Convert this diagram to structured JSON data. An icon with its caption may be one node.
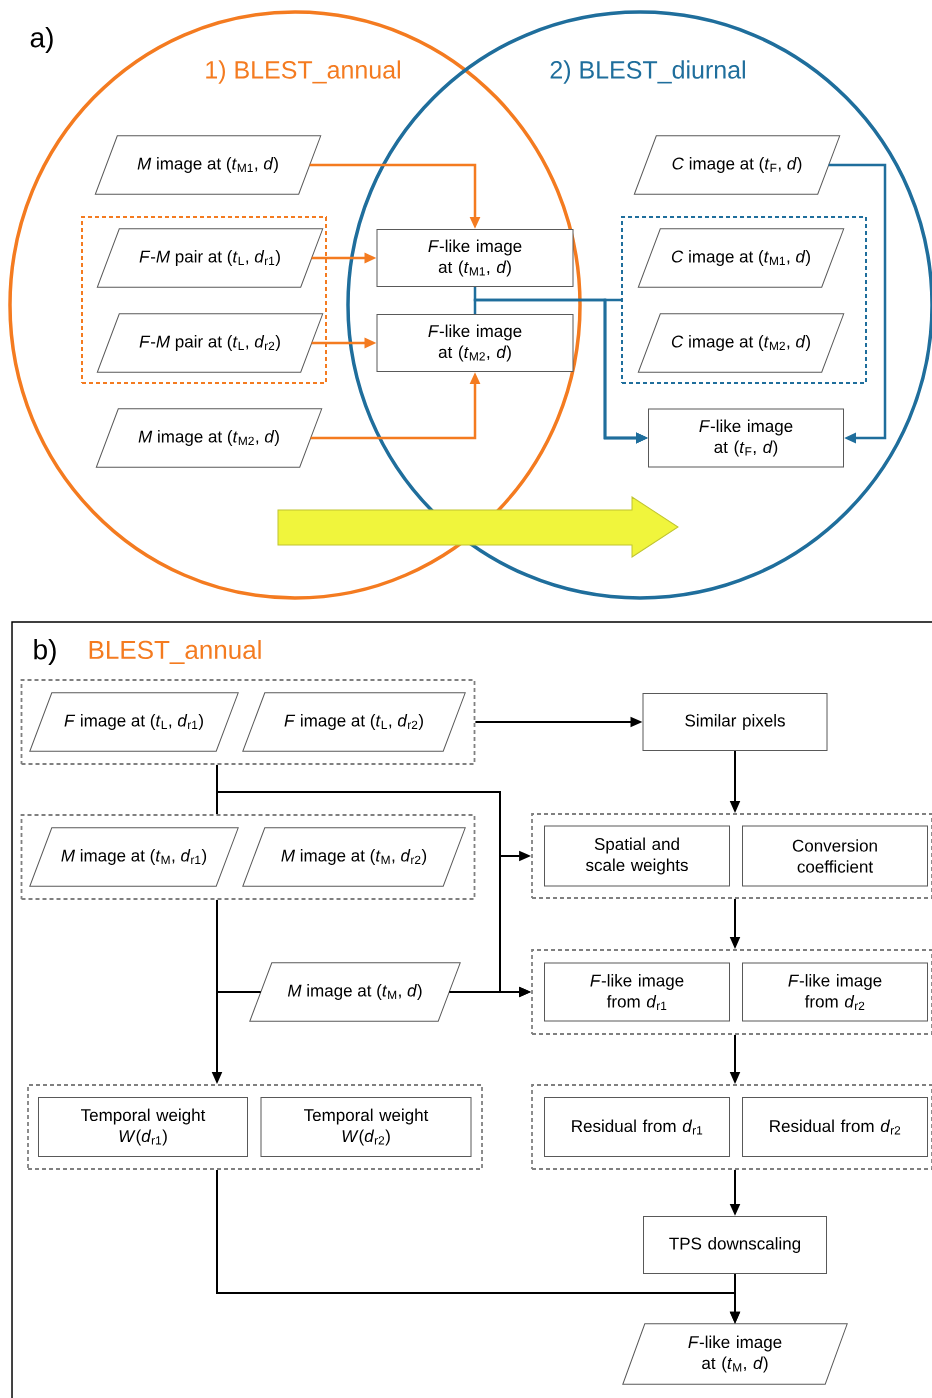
{
  "diagram": {
    "nodes": [
      {
        "text": [
          "1) BLEST_annual"
        ]
      },
      {
        "text": [
          "2) BLEST_diurnal"
        ]
      },
      {
        "text": [
          "*M* image at (*t*$_{M1}$, *d*)"
        ],
        "in": 0
      },
      {
        "text": [],
        "shape": "box",
        "in": 0
      },
      {
        "text": [
          "*F*-*M* pair at (*t*$_{L}$, *d*$_{r1}$)"
        ],
        "in": 3
      },
      {
        "text": [
          "*F*-*M* pair at (*t*$_{L}$, *d*$_{r2}$)"
        ],
        "in": 3
      },
      {
        "text": [
          "*M* image at (*t*$_{M2}$, *d*)"
        ],
        "in": 0
      },
      {
        "text": [
          "*F*-like image at (*t*$_{M1}$, *d*)"
        ]
      },
      {
        "text": [
          "*F*-like image at (*t*$_{M2}$, *d*)"
        ]
      },
      {
        "text": [
          "*C* image at (*t*$_{F}$, *d*)"
        ],
        "in": 1
      },
      {
        "text": [],
        "shape": "box",
        "in": 1
      },
      {
        "text": [
          "*C* image at (*t*$_{M1}$, *d*)"
        ],
        "in": 10
      },
      {
        "text": [
          "*C* image at (*t*$_{M2}$, *d*)"
        ],
        "in": 10
      },
      {
        "text": [
          "*F*-like image at (*t*$_{F}$, *d*)"
        ],
        "in": 1
      },
      {
        "text": [],
        "shape": "box"
      },
      {
        "text": [
          "*F* image at (*t*$_{L}$, *d*$_{r1}$)"
        ],
        "in": 14
      },
      {
        "text": [
          "*F* image at (*t*$_{L}$, *d*$_{r2}$)"
        ],
        "in": 14
      },
      {
        "text": [
          "Similar pixels"
        ]
      },
      {
        "text": [],
        "shape": "box"
      },
      {
        "text": [
          "*M* image at (*t*$_{M}$, *d*$_{r1}$)"
        ],
        "in": 18
      },
      {
        "text": [
          "*M* image at (*t*$_{M}$, *d*$_{r2}$)"
        ],
        "in": 18
      },
      {
        "text": [],
        "shape": "box"
      },
      {
        "text": [
          "Spatial and scale weights"
        ],
        "in": 21
      },
      {
        "text": [
          "Conversion coefficient"
        ],
        "in": 21
      },
      {
        "text": [
          "*M* image at (*t*$_{M}$, *d*)"
        ]
      },
      {
        "text": [],
        "shape": "box"
      },
      {
        "text": [
          "*F*-like image from *d*$_{r1}$"
        ],
        "in": 25
      },
      {
        "text": [
          "*F*-like image from *d*$_{r2}$"
        ],
        "in": 25
      },
      {
        "text": [],
        "shape": "box"
      },
      {
        "text": [
          "Temporal weight",
          "*W*(*d*$_{r1}$)"
        ],
        "in": 28
      },
      {
        "text": [
          "Temporal weight",
          "*W*(*d*$_{r2}$)"
        ],
        "in": 28
      },
      {
        "text": [],
        "shape": "box"
      },
      {
        "text": [
          "Residual from *d*$_{r1}$"
        ],
        "in": 31
      },
      {
        "text": [
          "Residual from *d*$_{r2}$"
        ],
        "in": 31
      },
      {
        "text": [
          "TPS downscaling"
        ]
      },
      {
        "text": [
          "*F*-like image at (*t*$_{M}$, *d*)"
        ]
      }
    ],
    "edges": [
      {
        "from": 2,
        "to": 7,
        "arrow": "to",
        "color": "#f47b20"
      },
      {
        "from": 4,
        "to": 7,
        "arrow": "to",
        "color": "#f47b20"
      },
      {
        "from": 5,
        "to": 8,
        "arrow": "to",
        "color": "#f47b20"
      },
      {
        "from": 6,
        "to": 8,
        "arrow": "to",
        "color": "#f47b20"
      },
      {
        "from": 7,
        "to": 13,
        "arrow": "to",
        "color": "#1f6e9c"
      },
      {
        "from": 8,
        "to": 13,
        "arrow": "to",
        "color": "#1f6e9c"
      },
      {
        "from": 10,
        "to": 13,
        "arrow": "to",
        "color": "#1f6e9c"
      },
      {
        "from": 9,
        "to": 13,
        "arrow": "to",
        "color": "#1f6e9c"
      },
      {
        "from": 14,
        "to": 17,
        "arrow": "to"
      },
      {
        "from": 14,
        "to": 18,
        "arrow": "none"
      },
      {
        "from": 14,
        "to": 21,
        "arrow": "to"
      },
      {
        "from": 14,
        "to": 25,
        "arrow": "to"
      },
      {
        "from": 18,
        "to": 28,
        "arrow": "to"
      },
      {
        "from": 18,
        "to": 24,
        "arrow": "none"
      },
      {
        "from": 24,
        "to": 25,
        "arrow": "to"
      },
      {
        "from": 17,
        "to": 21,
        "arrow": "to"
      },
      {
        "from": 21,
        "to": 25,
        "arrow": "to"
      },
      {
        "from": 25,
        "to": 31,
        "arrow": "to"
      },
      {
        "from": 31,
        "to": 34,
        "arrow": "to"
      },
      {
        "from": 34,
        "to": 35,
        "arrow": "to"
      },
      {
        "from": 28,
        "to": 35,
        "arrow": "to"
      }
    ],
    "labels": [
      "a)",
      "b)",
      "BLEST_annual"
    ]
  }
}
